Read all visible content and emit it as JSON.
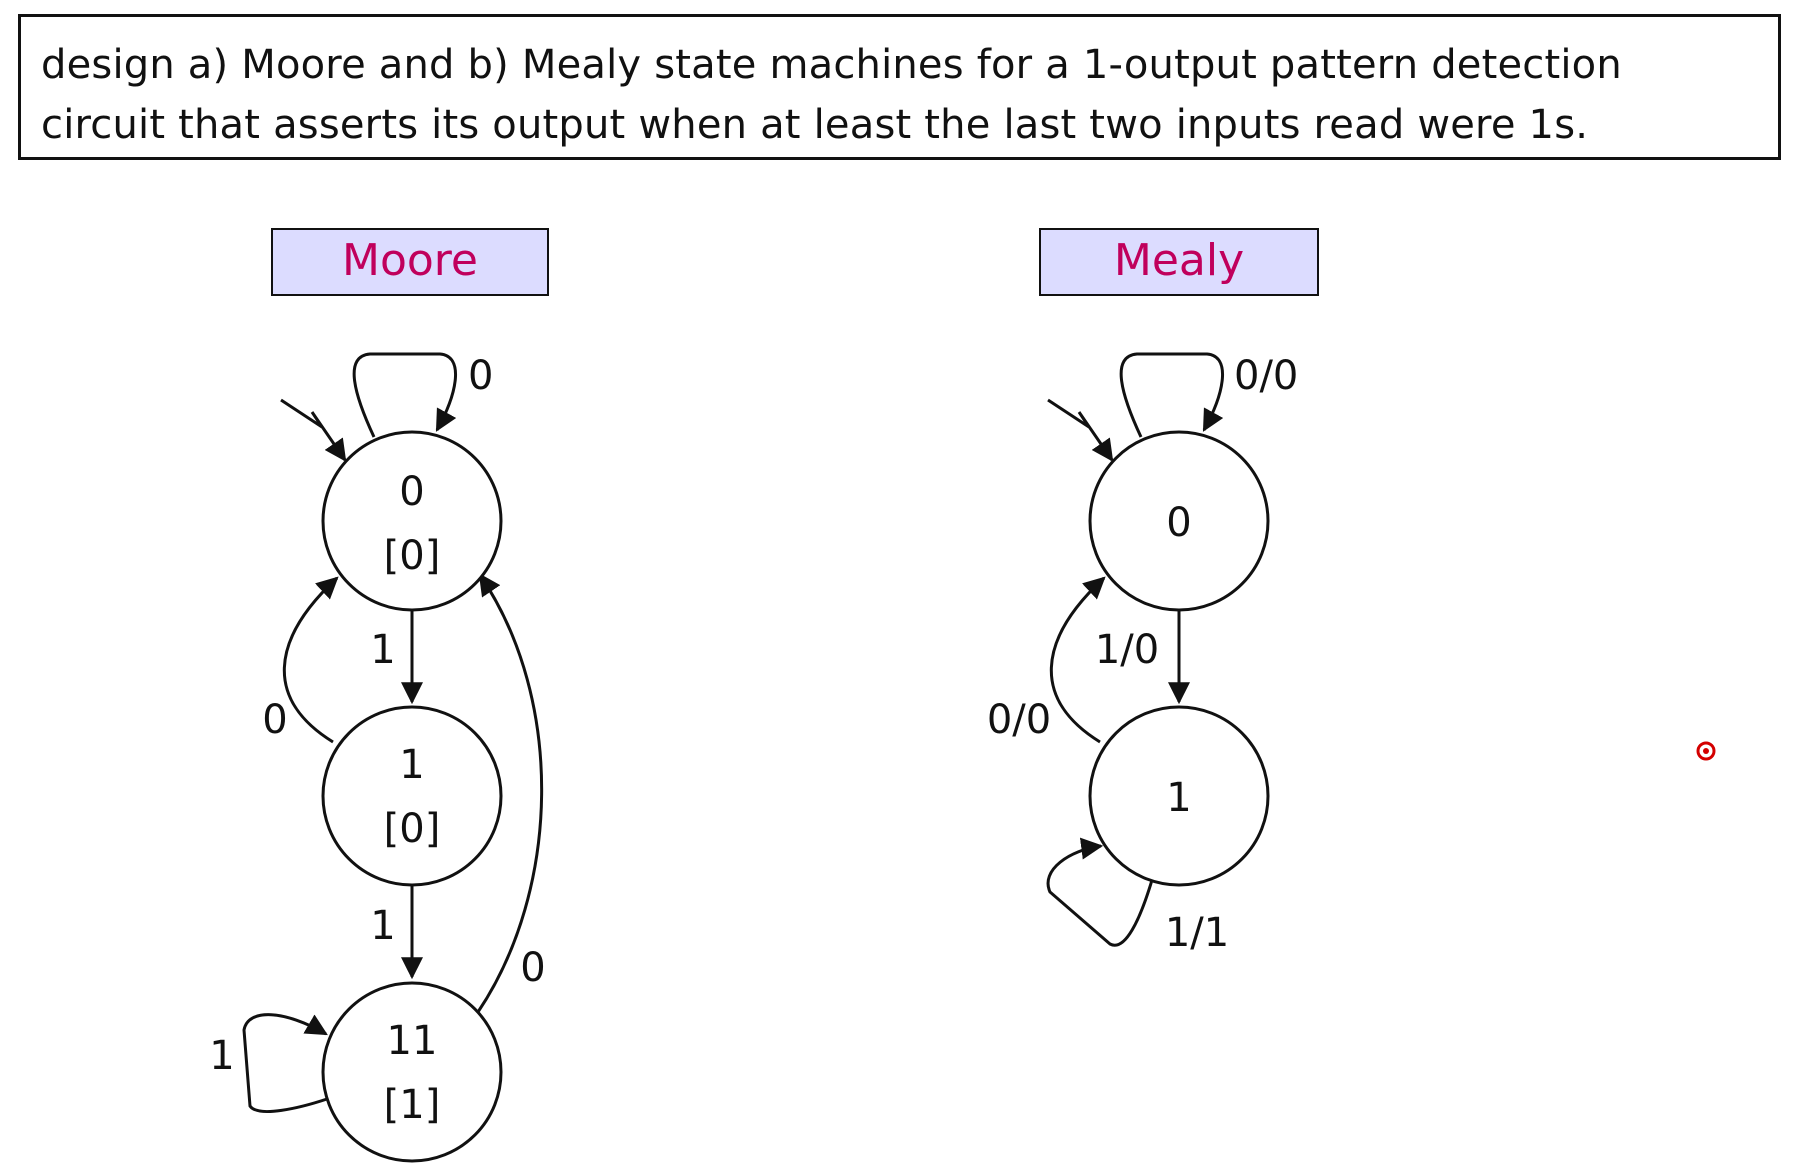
{
  "problem": {
    "line1": "design a) Moore and b) Mealy state machines for a 1-output pattern detection",
    "line2": "circuit that asserts its output when at least the last two inputs read were 1s."
  },
  "colors": {
    "header_bg": "#dcdcff",
    "header_text": "#c0005c",
    "stroke": "#111111",
    "pointer": "#d40000"
  },
  "moore": {
    "title": "Moore",
    "states": {
      "s0": {
        "name": "0",
        "output": "[0]"
      },
      "s1": {
        "name": "1",
        "output": "[0]"
      },
      "s11": {
        "name": "11",
        "output": "[1]"
      }
    },
    "transitions": {
      "s0_self": "0",
      "s0_to_s1": "1",
      "s1_to_s0": "0",
      "s1_to_s11": "1",
      "s11_self": "1",
      "s11_to_s0": "0"
    }
  },
  "mealy": {
    "title": "Mealy",
    "states": {
      "s0": {
        "name": "0"
      },
      "s1": {
        "name": "1"
      }
    },
    "transitions": {
      "s0_self": "0/0",
      "s0_to_s1": "1/0",
      "s1_to_s0": "0/0",
      "s1_self": "1/1"
    }
  }
}
